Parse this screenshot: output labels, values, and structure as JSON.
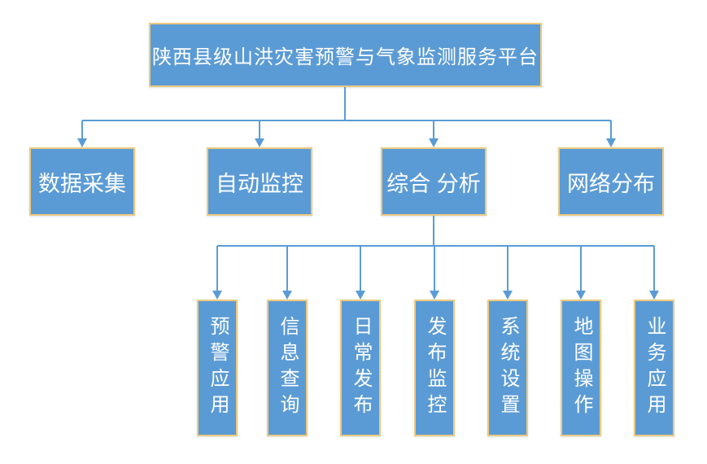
{
  "colors": {
    "box_fill": "#5B9BD5",
    "box_border": "#EFC97B",
    "connector_line": "#5B9BD5",
    "box_text": "#FFFFFF",
    "background": "#FFFFFF"
  },
  "root": {
    "label": "陕西县级山洪灾害预警与气象监测服务平台"
  },
  "level2": {
    "items": [
      {
        "label": "数据采集"
      },
      {
        "label": "自动监控"
      },
      {
        "label": "综合 分析"
      },
      {
        "label": "网络分布"
      }
    ]
  },
  "level3": {
    "items": [
      {
        "label": "预警应用"
      },
      {
        "label": "信息查询"
      },
      {
        "label": "日常发布"
      },
      {
        "label": "发布监控"
      },
      {
        "label": "系统设置"
      },
      {
        "label": "地图操作"
      },
      {
        "label": "业务应用"
      }
    ]
  }
}
